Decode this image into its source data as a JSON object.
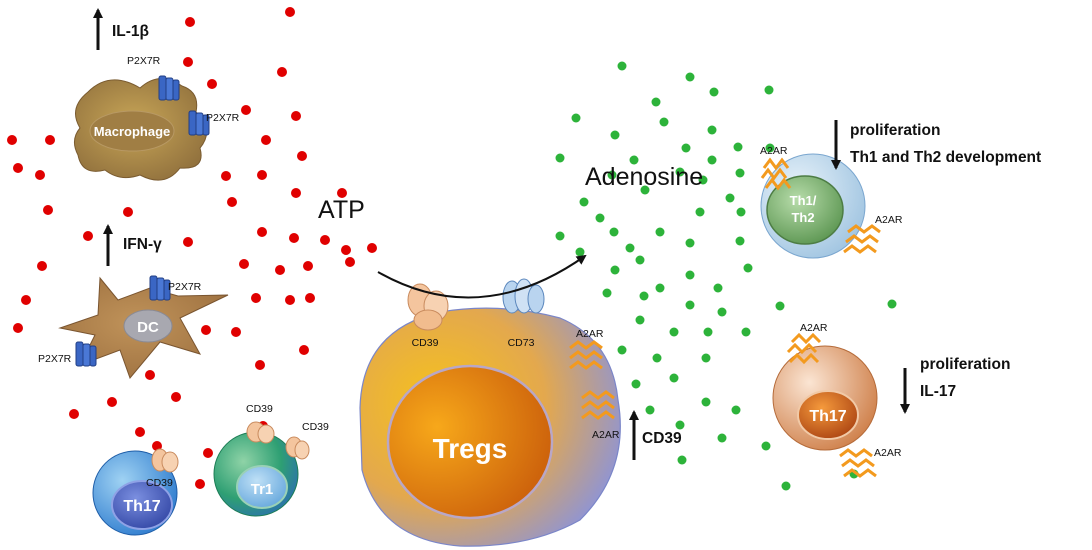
{
  "labels": {
    "il1b": "IL-1β",
    "ifng": "IFN-γ",
    "atp": "ATP",
    "adenosine": "Adenosine",
    "cd39_up": "CD39",
    "prolif1": "proliferation",
    "th_dev": "Th1 and Th2 development",
    "prolif2": "proliferation",
    "il17": "IL-17"
  },
  "cells": {
    "macrophage": "Macrophage",
    "dc": "DC",
    "th17_left": "Th17",
    "tr1": "Tr1",
    "tregs": "Tregs",
    "th1": "Th1/",
    "th2": "Th2",
    "th17_right": "Th17"
  },
  "receptors": {
    "p2x7r_mac1": "P2X7R",
    "p2x7r_mac2": "P2X7R",
    "p2x7r_dc1": "P2X7R",
    "p2x7r_dc2": "P2X7R",
    "cd39_th17": "CD39",
    "cd39_tr1a": "CD39",
    "cd39_tr1b": "CD39",
    "cd39_treg": "CD39",
    "cd73_treg": "CD73",
    "a2ar_treg1": "A2AR",
    "a2ar_treg2": "A2AR",
    "a2ar_th1a": "A2AR",
    "a2ar_th1b": "A2AR",
    "a2ar_th17a": "A2AR",
    "a2ar_th17b": "A2AR"
  },
  "colors": {
    "atp_dot": "#e00000",
    "adenosine_dot": "#2db33a",
    "p2x7r": "#3a66c4",
    "a2ar": "#f39a1e",
    "cd39": "#f4c59e",
    "cd73": "#b9d4ef"
  }
}
